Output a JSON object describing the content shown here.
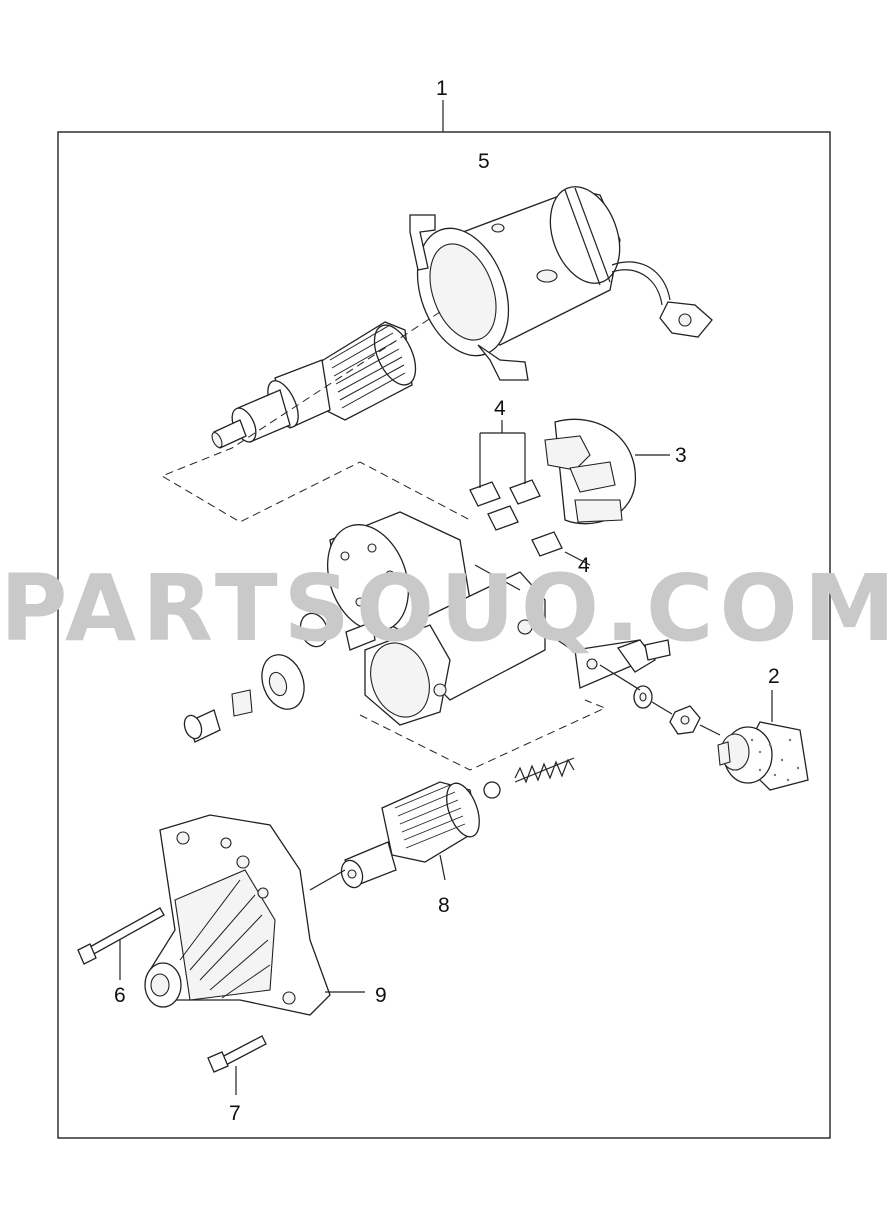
{
  "diagram": {
    "watermark": "PARTSOUQ.COM",
    "callouts": {
      "c1": "1",
      "c2": "2",
      "c3": "3",
      "c4a": "4",
      "c4b": "4",
      "c5": "5",
      "c6": "6",
      "c7": "7",
      "c8": "8",
      "c9": "9"
    }
  }
}
